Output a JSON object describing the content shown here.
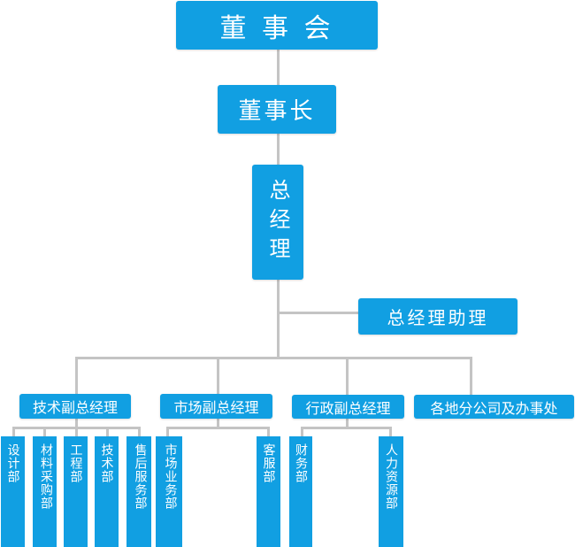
{
  "board": "董 事 会",
  "chairman": "董事长",
  "gm": "总经理",
  "gm_assistant": "总经理助理",
  "branches": {
    "tech_vp": "技术副总经理",
    "market_vp": "市场副总经理",
    "admin_vp": "行政副总经理",
    "offices": "各地分公司及办事处"
  },
  "departments": {
    "design": "设计部",
    "procurement": "材料采购部",
    "engineering": "工程部",
    "technology": "技术部",
    "after_sales": "售后服务部",
    "market_business": "市场业务部",
    "customer_service": "客服部",
    "finance": "财务部",
    "hr": "人力资源部"
  },
  "colors": {
    "box": "#119fe2",
    "line": "#c4c4c4"
  }
}
